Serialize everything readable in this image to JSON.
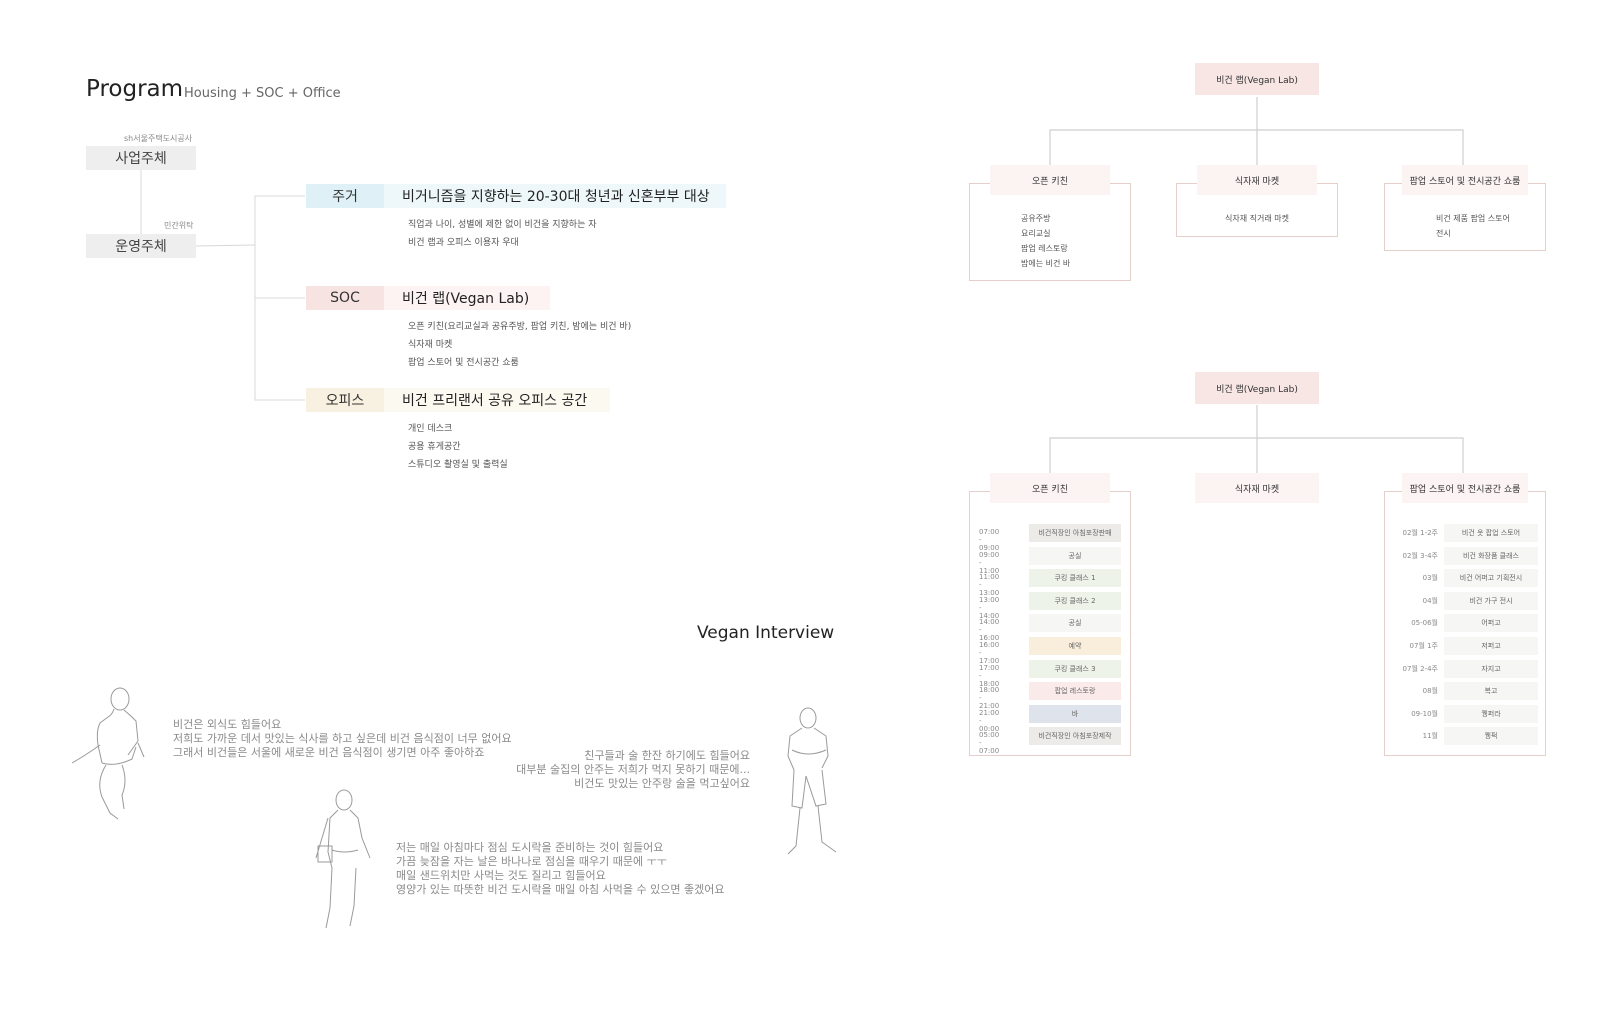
{
  "header": {
    "title": "Program",
    "subtitle": "Housing + SOC + Office"
  },
  "entities": {
    "business": {
      "small": "sh서울주택도시공사",
      "label": "사업주체"
    },
    "operator": {
      "small": "민간위탁",
      "label": "운영주체"
    }
  },
  "programs": [
    {
      "label": "주거",
      "color": "#dff1f6",
      "desc": "비거니즘을 지향하는 20-30대 청년과 신혼부부 대상",
      "desc_bg": "#eef8fb",
      "bullets": [
        "직업과 나이, 성별에 제한 없이 비건을 지향하는 자",
        "비건 랩과 오피스 이용자 우대"
      ]
    },
    {
      "label": "SOC",
      "color": "#f7e3e2",
      "desc": "비건 랩(Vegan Lab)",
      "desc_bg": "#fcf3f2",
      "bullets": [
        "오픈 키친(요리교실과 공유주방, 팝업 키친, 밤에는 비건 바)",
        "식자재 마켓",
        "팝업 스토어 및 전시공간 쇼룸"
      ]
    },
    {
      "label": "오피스",
      "color": "#f8f1e1",
      "desc": "비건 프리랜서 공유 오피스 공간",
      "desc_bg": "#fcf9f0",
      "bullets": [
        "개인 데스크",
        "공용 휴게공간",
        "스튜디오 촬영실 및 출력실"
      ]
    }
  ],
  "interview": {
    "title": "Vegan Interview",
    "quotes": [
      [
        "비건은 외식도 힘들어요",
        "저희도 가까운 데서 맛있는 식사를 하고 싶은데 비건 음식점이 너무 없어요",
        "그래서 비건들은 서울에 새로운 비건 음식점이 생기면 아주 좋아하죠"
      ],
      [
        "친구들과 술 한잔 하기에도 힘들어요",
        "대부분 술집의 안주는 저희가 먹지 못하기 때문에...",
        "비건도 맛있는 안주랑 술을 먹고싶어요"
      ],
      [
        "저는 매일 아침마다 점심 도시락을 준비하는 것이 힘들어요",
        "가끔 늦잠을 자는 날은 바나나로 점심을 때우기 때문에 ㅜㅜ",
        "매일 샌드위치만 사먹는 것도 질리고 힘들어요",
        "영양가 있는 따뜻한 비건 도시락을 매일 아침 사먹을 수 있으면 좋겠어요"
      ]
    ]
  },
  "org1": {
    "root": "비건 랩(Vegan Lab)",
    "children": [
      {
        "label": "오픈 키친",
        "items": [
          "공유주방",
          "요리교실",
          "팝업 레스토랑",
          "밤에는 비건 바"
        ]
      },
      {
        "label": "식자재 마켓",
        "items": [
          "식자재 직거래 마켓"
        ]
      },
      {
        "label": "팝업 스토어 및 전시공간 쇼룸",
        "items": [
          "비건 제품 팝업 스토어",
          "전시"
        ]
      }
    ]
  },
  "org2": {
    "root": "비건 랩(Vegan Lab)",
    "children": [
      "오픈 키친",
      "식자재 마켓",
      "팝업 스토어 및 전시공간 쇼룸"
    ],
    "kitchen_schedule": [
      {
        "time": "07:00 - 09:00",
        "activity": "비건직장인 아침포장판매",
        "color": "#ecebe8"
      },
      {
        "time": "09:00 - 11:00",
        "activity": "공실",
        "color": "#f6f6f5"
      },
      {
        "time": "11:00 - 13:00",
        "activity": "쿠킹 클래스 1",
        "color": "#eef3ea"
      },
      {
        "time": "13:00 - 14:00",
        "activity": "쿠킹 클래스 2",
        "color": "#eef3ea"
      },
      {
        "time": "14:00 - 16:00",
        "activity": "공실",
        "color": "#f6f6f5"
      },
      {
        "time": "16:00 - 17:00",
        "activity": "예약",
        "color": "#f8eedb"
      },
      {
        "time": "17:00 - 18:00",
        "activity": "쿠킹 클래스 3",
        "color": "#eef3ea"
      },
      {
        "time": "18:00 - 21:00",
        "activity": "팝업 레스토랑",
        "color": "#fbeaea"
      },
      {
        "time": "21:00 - 00:00",
        "activity": "바",
        "color": "#dfe3ec"
      },
      {
        "time": "05:00 - 07:00",
        "activity": "비건직장인 아침포장제작",
        "color": "#ecebe8"
      }
    ],
    "showroom_schedule": [
      {
        "time": "02월 1-2주",
        "activity": "비건 옷 팝업 스토어"
      },
      {
        "time": "02월 3-4주",
        "activity": "비건 화장품 클래스"
      },
      {
        "time": "03월",
        "activity": "비건 어퍼고 기획전시"
      },
      {
        "time": "04월",
        "activity": "비건 가구 전시"
      },
      {
        "time": "05-06월",
        "activity": "어퍼고"
      },
      {
        "time": "07월 1주",
        "activity": "저퍼고"
      },
      {
        "time": "07월 2-4주",
        "activity": "자지고"
      },
      {
        "time": "08월",
        "activity": "복고"
      },
      {
        "time": "09-10월",
        "activity": "퀭퍼라"
      },
      {
        "time": "11월",
        "activity": "퀭퍽"
      }
    ]
  },
  "icons": [
    "sitting-woman-icon",
    "walking-woman-icon",
    "standing-man-icon"
  ]
}
